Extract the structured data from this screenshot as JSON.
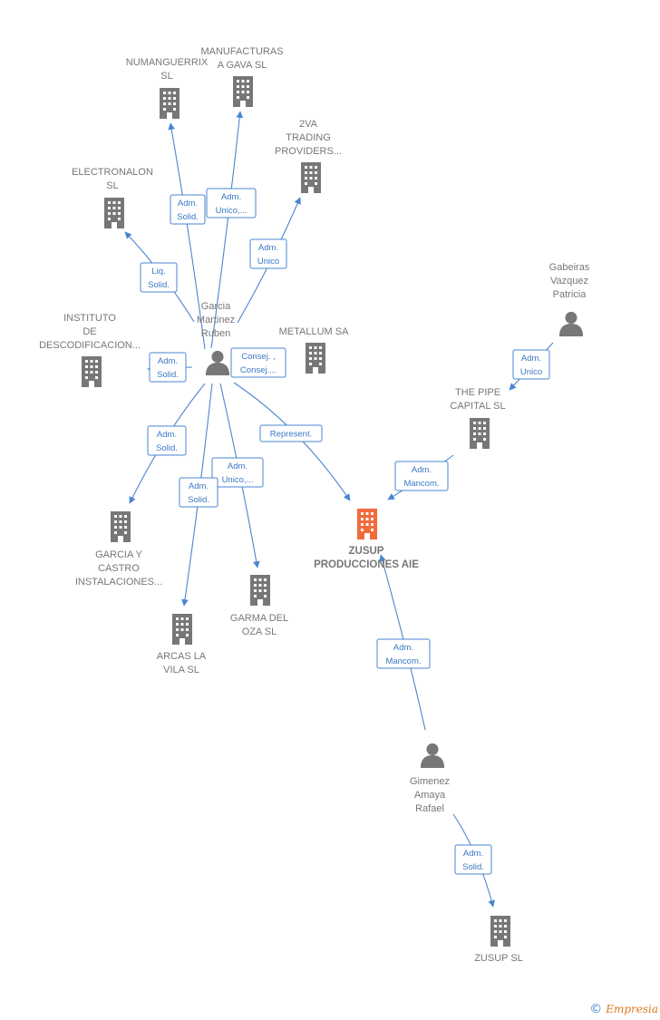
{
  "colors": {
    "edge": "#4a86d0",
    "node_gray": "#777777",
    "focus_orange": "#f26b3a",
    "brand": "#e07a1f"
  },
  "nodes": [
    {
      "id": "numanguerrix",
      "type": "company",
      "label": [
        "NUMANGUERRIX",
        "SL"
      ]
    },
    {
      "id": "manufacturas",
      "type": "company",
      "label": [
        "MANUFACTURAS",
        "A GAVA  SL"
      ]
    },
    {
      "id": "2va",
      "type": "company",
      "label": [
        "2VA",
        "TRADING",
        "PROVIDERS..."
      ]
    },
    {
      "id": "electronalon",
      "type": "company",
      "label": [
        "ELECTRONALON",
        "SL"
      ]
    },
    {
      "id": "instituto",
      "type": "company",
      "label": [
        "INSTITUTO",
        "DE",
        "DESCODIFICACION..."
      ]
    },
    {
      "id": "metallum",
      "type": "company",
      "label": [
        "METALLUM SA"
      ]
    },
    {
      "id": "garcia_person",
      "type": "person",
      "label": [
        "Garcia",
        "Martinez",
        "Ruben"
      ]
    },
    {
      "id": "gabeiras",
      "type": "person",
      "label": [
        "Gabeiras",
        "Vazquez",
        "Patricia"
      ]
    },
    {
      "id": "thepipe",
      "type": "company",
      "label": [
        "THE PIPE",
        "CAPITAL  SL"
      ]
    },
    {
      "id": "zusup_aie",
      "type": "focus",
      "label": [
        "ZUSUP",
        "PRODUCCIONES AIE"
      ]
    },
    {
      "id": "garcia_castro",
      "type": "company",
      "label": [
        "GARCIA Y",
        "CASTRO",
        "INSTALACIONES..."
      ]
    },
    {
      "id": "garma",
      "type": "company",
      "label": [
        "GARMA DEL",
        "OZA SL"
      ]
    },
    {
      "id": "arcas",
      "type": "company",
      "label": [
        "ARCAS LA",
        "VILA  SL"
      ]
    },
    {
      "id": "gimenez",
      "type": "person",
      "label": [
        "Gimenez",
        "Amaya",
        "Rafael"
      ]
    },
    {
      "id": "zusup_sl",
      "type": "company",
      "label": [
        "ZUSUP SL"
      ]
    }
  ],
  "edges": [
    {
      "from": "garcia_person",
      "to": "numanguerrix",
      "label": [
        "Adm.",
        "Solid."
      ]
    },
    {
      "from": "garcia_person",
      "to": "manufacturas",
      "label": [
        "Adm.",
        "Unico,..."
      ]
    },
    {
      "from": "garcia_person",
      "to": "2va",
      "label": [
        "Adm.",
        "Unico"
      ]
    },
    {
      "from": "garcia_person",
      "to": "electronalon",
      "label": [
        "Liq.",
        "Solid."
      ]
    },
    {
      "from": "garcia_person",
      "to": "instituto",
      "label": [
        "Adm.",
        "Solid."
      ]
    },
    {
      "from": "garcia_person",
      "to": "metallum",
      "label": [
        "Consej. ,",
        "Consej...."
      ]
    },
    {
      "from": "garcia_person",
      "to": "zusup_aie",
      "label": [
        "Represent."
      ]
    },
    {
      "from": "garcia_person",
      "to": "garcia_castro",
      "label": [
        "Adm.",
        "Solid."
      ]
    },
    {
      "from": "garcia_person",
      "to": "garma",
      "label": [
        "Adm.",
        "Unico,..."
      ]
    },
    {
      "from": "garcia_person",
      "to": "arcas",
      "label": [
        "Adm.",
        "Solid."
      ]
    },
    {
      "from": "gabeiras",
      "to": "thepipe",
      "label": [
        "Adm.",
        "Unico"
      ]
    },
    {
      "from": "thepipe",
      "to": "zusup_aie",
      "label": [
        "Adm.",
        "Mancom."
      ]
    },
    {
      "from": "gimenez",
      "to": "zusup_aie",
      "label": [
        "Adm.",
        "Mancom."
      ]
    },
    {
      "from": "gimenez",
      "to": "zusup_sl",
      "label": [
        "Adm.",
        "Solid."
      ]
    }
  ],
  "footer": {
    "copyright": "©",
    "brand": "Empresia"
  }
}
